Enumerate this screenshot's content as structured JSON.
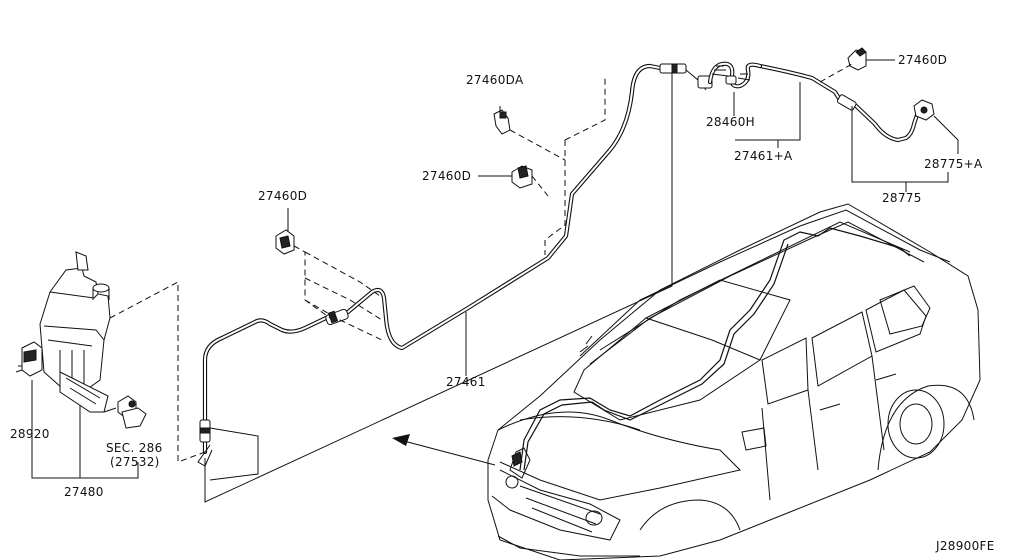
{
  "diagram": {
    "labels": {
      "p27460DA": "27460DA",
      "p27460D_mid": "27460D",
      "p27460D_left": "27460D",
      "p27460D_right": "27460D",
      "p28460H": "28460H",
      "p27461A": "27461+A",
      "p28775A": "28775+A",
      "p28775": "28775",
      "p27461": "27461",
      "p28920": "28920",
      "sec286": "SEC. 286",
      "sec27532": "(27532)",
      "p27480": "27480",
      "code": "J28900FE"
    }
  }
}
